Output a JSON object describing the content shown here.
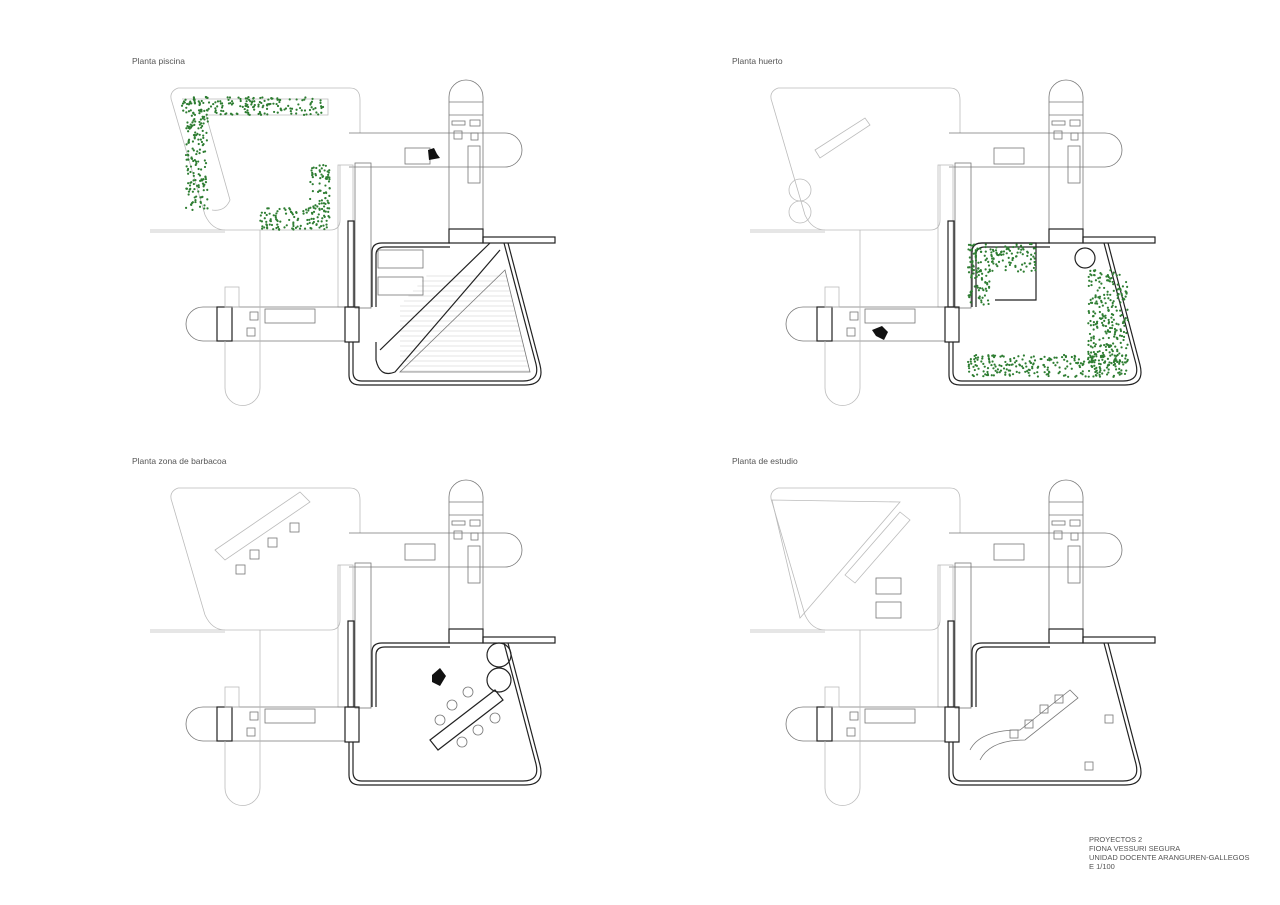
{
  "plans": [
    {
      "title": "Planta piscina"
    },
    {
      "title": "Planta huerto"
    },
    {
      "title": "Planta zona de barbacoa"
    },
    {
      "title": "Planta de estudio"
    }
  ],
  "credits": {
    "course": "PROYECTOS 2",
    "author": "FIONA VESSURI SEGURA",
    "unit": "UNIDAD DOCENTE ARANGUREN-GALLEGOS",
    "scale": "E 1/100"
  },
  "colors": {
    "vegetation": "#2e7d32",
    "line": "#222222"
  }
}
